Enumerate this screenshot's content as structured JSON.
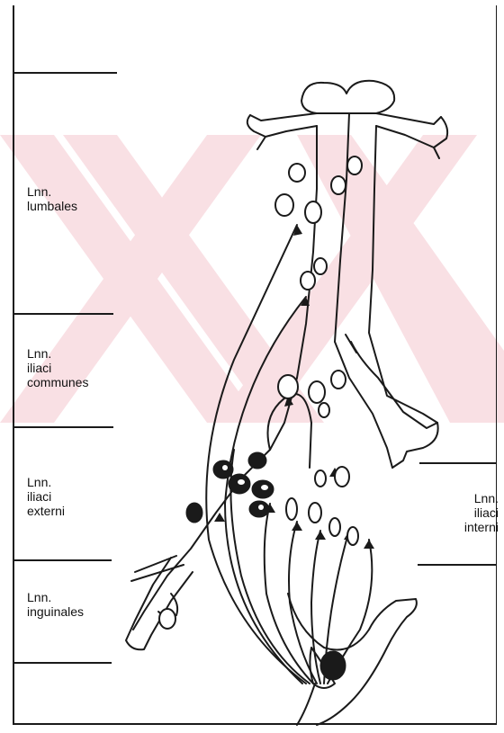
{
  "labels": {
    "lumbales": "Lnn.\nlumbales",
    "iliaci_communes": "Lnn.\niliaci\ncommunes",
    "iliaci_externi": "Lnn.\niliaci\nexterni",
    "iliaci_interni": "Lnn.\niliaci\ninterni",
    "inguinales": "Lnn.\ninguinales"
  },
  "colors": {
    "ink": "#1a1a1a",
    "watermark": "#f7d6dc",
    "background": "#ffffff"
  },
  "icons": {
    "lymph_node": "lymph-node-icon",
    "flow_arrow": "arrow-icon"
  }
}
